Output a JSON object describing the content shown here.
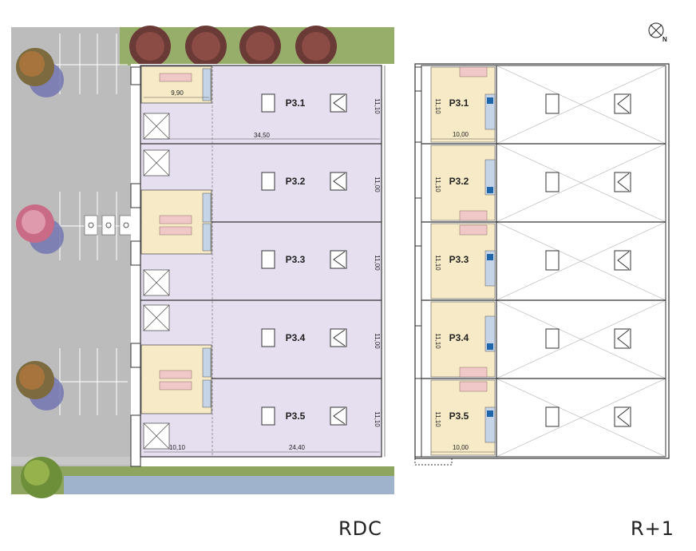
{
  "floors": {
    "rdc": {
      "caption": "RDC",
      "units": [
        {
          "label": "P3.1",
          "depth": "11,10"
        },
        {
          "label": "P3.2",
          "depth": "11,00"
        },
        {
          "label": "P3.3",
          "depth": "11,00"
        },
        {
          "label": "P3.4",
          "depth": "11,00"
        },
        {
          "label": "P3.5",
          "depth": "11,10"
        }
      ],
      "dims": {
        "top_office_width": "9,90",
        "total_width": "34,50",
        "bottom_left": "10,10",
        "bottom_right": "24,40"
      }
    },
    "r1": {
      "caption": "R+1",
      "units": [
        {
          "label": "P3.1",
          "depth": "11,10"
        },
        {
          "label": "P3.2",
          "depth": "11,10"
        },
        {
          "label": "P3.3",
          "depth": "11,10"
        },
        {
          "label": "P3.4",
          "depth": "11,10"
        },
        {
          "label": "P3.5",
          "depth": "11,10"
        }
      ],
      "dims": {
        "top_width": "10,00",
        "bottom_width": "10,00"
      }
    }
  },
  "north_arrow": {
    "letter": "N",
    "icon": "north-arrow-icon"
  },
  "colors": {
    "warehouse": "#e6dff0",
    "office": "#f7eac6",
    "road": "#bcbcbc",
    "grass": "#8ea560",
    "stair": "#f0c8c8",
    "water": "#9fb3cc"
  }
}
